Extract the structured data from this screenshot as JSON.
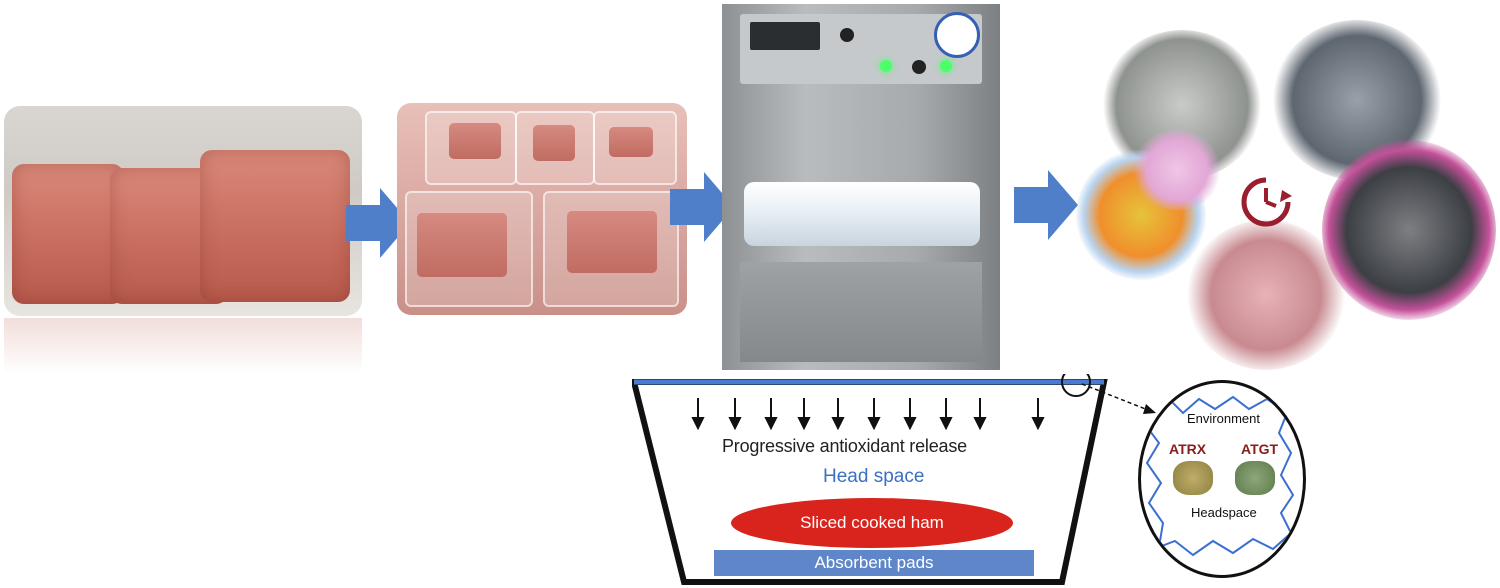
{
  "diagram": {
    "tray_labels": {
      "release": "Progressive antioxidant release",
      "headspace": "Head space",
      "product": "Sliced cooked ham",
      "pads": "Absorbent pads"
    },
    "zoom_labels": {
      "environment": "Environment",
      "atrx": "ATRX",
      "atgt": "ATGT",
      "headspace": "Headspace"
    }
  },
  "colors": {
    "arrow_fill": "#4f7fc9",
    "headspace_text": "#3b6fc4",
    "ham_ellipse": "#d9241e",
    "pads_bar": "#5f86c8",
    "film_line": "#4a7bd0",
    "zoom_outline": "#3a6fd0",
    "sample_label": "#8b1c1c"
  },
  "icons": {
    "flow_arrow": "right-block-arrow",
    "release_arrow": "down-arrow",
    "clock": "clock-refresh-icon"
  }
}
